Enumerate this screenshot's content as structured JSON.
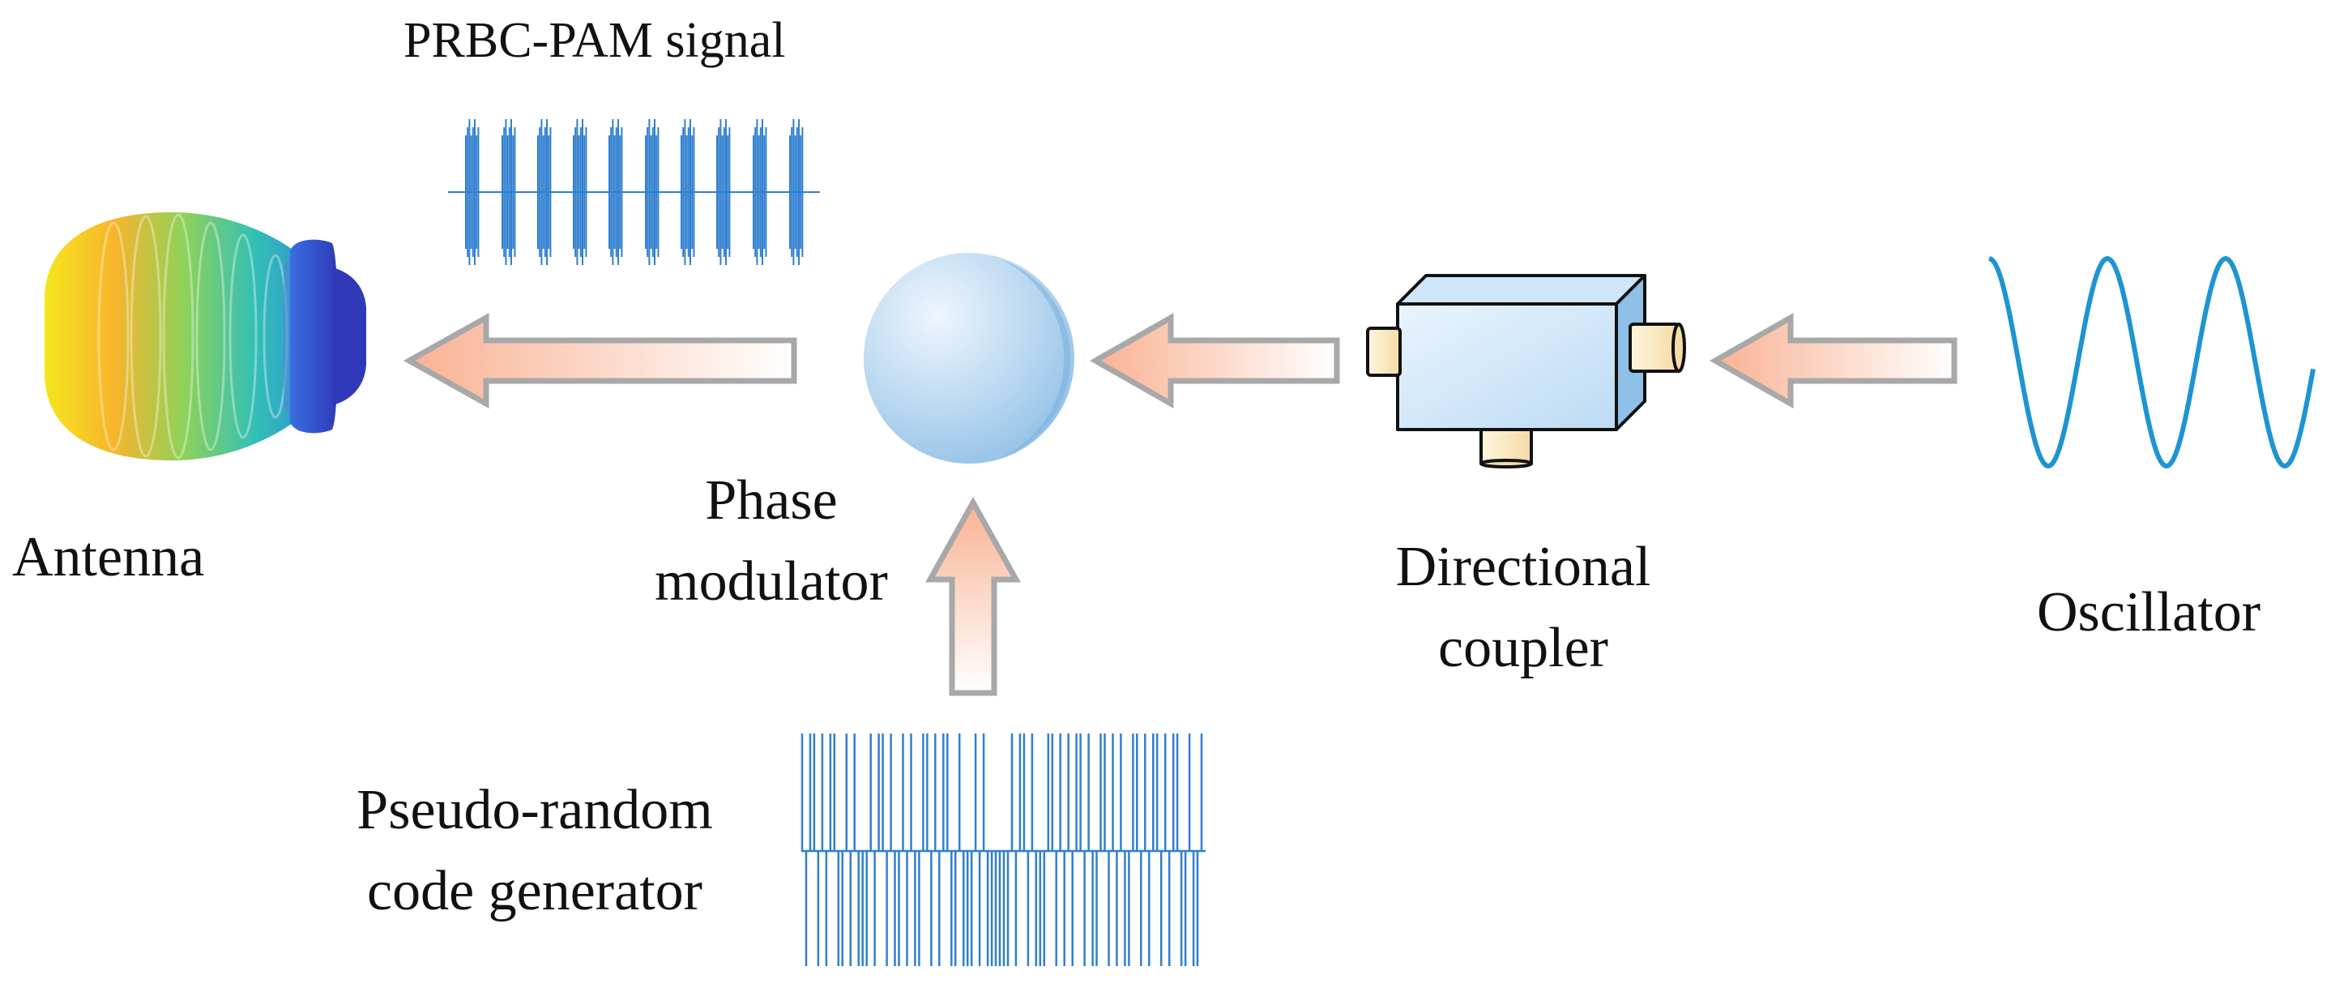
{
  "labels": {
    "signal_title": "PRBC-PAM signal",
    "antenna": "Antenna",
    "phase_line1": "Phase",
    "phase_line2": "modulator",
    "coupler_line1": "Directional",
    "coupler_line2": "coupler",
    "oscillator": "Oscillator",
    "prn_line1": "Pseudo-random",
    "prn_line2": "code generator"
  },
  "colors": {
    "signal_blue": "#2f7fd0",
    "arrow_fill": "#f9b99a",
    "arrow_stroke": "#a8a8a8",
    "sphere": "#bcd9f1",
    "coupler_body": "#cfe6f8",
    "coupler_port": "#fde9c5"
  }
}
